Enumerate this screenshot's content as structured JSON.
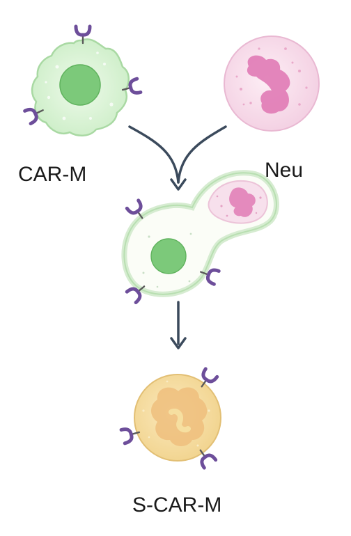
{
  "labels": {
    "car_m": "CAR-M",
    "neu": "Neu",
    "s_car_m": "S-CAR-M"
  },
  "colors": {
    "macrophage_fill": "#d9f2d4",
    "macrophage_nucleus": "#7cc97a",
    "neutrophil_fill": "#f8dcea",
    "neutrophil_nucleus": "#e07ab5",
    "hybrid_fill": "#fbfdf7",
    "scarm_fill": "#f6dfa0",
    "scarm_nucleus": "#efbe7c",
    "receptor": "#6d4e9a",
    "arrow": "#3b4a5c"
  },
  "icons": [
    "car-receptor-icon",
    "arrow-icon"
  ]
}
